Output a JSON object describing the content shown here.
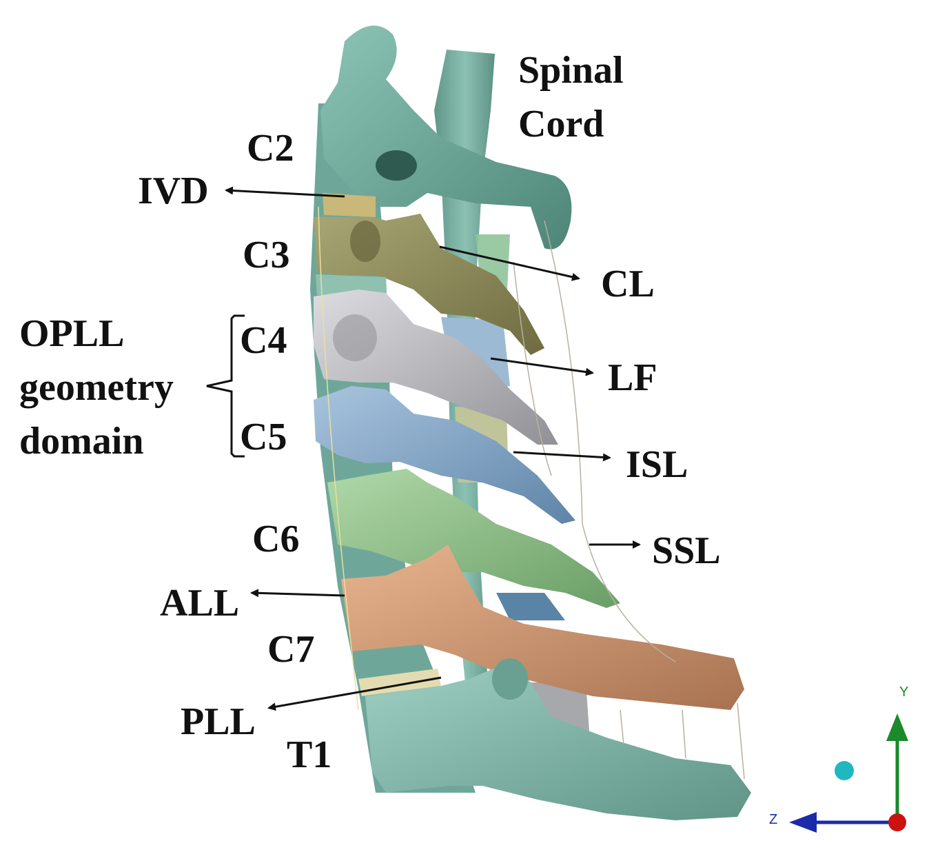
{
  "labels": {
    "spinal_cord_line1": "Spinal",
    "spinal_cord_line2": "Cord",
    "c2": "C2",
    "ivd": "IVD",
    "c3": "C3",
    "cl": "CL",
    "opll_line1": "OPLL",
    "opll_line2": "geometry",
    "opll_line3": "domain",
    "c4": "C4",
    "c5": "C5",
    "lf": "LF",
    "isl": "ISL",
    "c6": "C6",
    "ssl": "SSL",
    "all": "ALL",
    "c7": "C7",
    "pll": "PLL",
    "t1": "T1"
  },
  "axes": {
    "y_label": "Y",
    "z_label": "Z",
    "y_color": "#1a8a2a",
    "z_color": "#1a2aa8",
    "x_color": "#cc1111"
  },
  "colors": {
    "c2": "#6aa396",
    "c3": "#8f8d5a",
    "c4": "#b8b8bc",
    "c5": "#86a8c8",
    "c6": "#8fbf8a",
    "c7": "#d19a76",
    "t1": "#7fb3a6",
    "spinal_cord": "#6fa898",
    "ivd": "#d2c28a"
  }
}
